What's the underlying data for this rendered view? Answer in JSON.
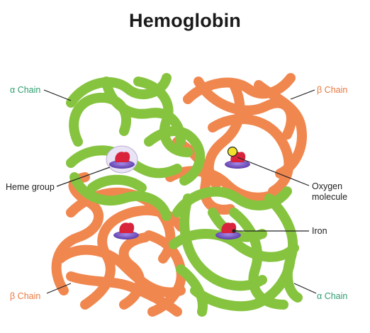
{
  "title": "Hemoglobin",
  "labels": {
    "alpha_chain_top": "α Chain",
    "beta_chain_top": "β Chain",
    "heme_group": "Heme group",
    "oxygen_line1": "Oxygen",
    "oxygen_line2": "molecule",
    "iron": "Iron",
    "beta_chain_bottom": "β Chain",
    "alpha_chain_bottom": "α Chain"
  },
  "colors": {
    "alpha_chain": "#86c440",
    "beta_chain": "#f0874f",
    "label_alpha": "#2f9e6e",
    "label_beta": "#e9783f",
    "heme_red": "#d9233c",
    "heme_disc": "#6f4bc4",
    "oxygen": "#f2e12c"
  }
}
